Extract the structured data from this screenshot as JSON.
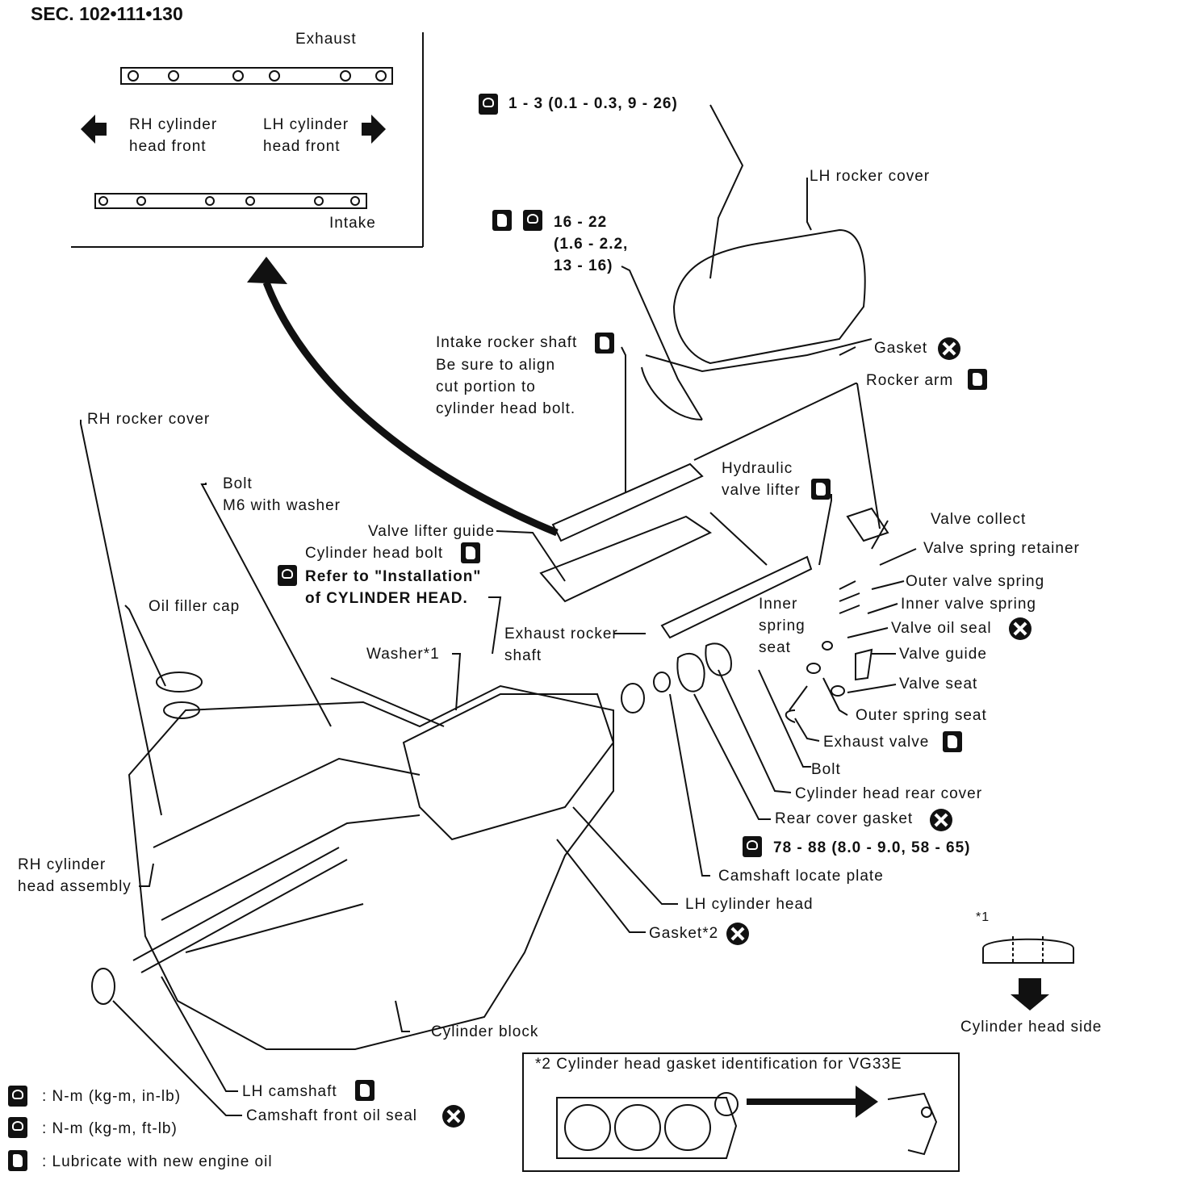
{
  "header": {
    "section": "SEC. 102•111•130"
  },
  "inset": {
    "exhaust": "Exhaust",
    "intake": "Intake",
    "rh_front_1": "RH cylinder",
    "rh_front_2": "head front",
    "lh_front_1": "LH cylinder",
    "lh_front_2": "head front"
  },
  "labels": {
    "torque_top": "1 - 3 (0.1 - 0.3, 9 - 26)",
    "lh_rocker_cover": "LH rocker cover",
    "torque_16_1": "16 - 22",
    "torque_16_2": "(1.6 - 2.2,",
    "torque_16_3": "13 - 16)",
    "intake_shaft_1": "Intake rocker shaft",
    "intake_shaft_2": "Be sure to align",
    "intake_shaft_3": "cut portion to",
    "intake_shaft_4": "cylinder head bolt.",
    "gasket": "Gasket",
    "rocker_arm": "Rocker arm",
    "rh_rocker_cover": "RH rocker cover",
    "bolt": "Bolt",
    "bolt_m6": "M6 with washer",
    "hydraulic_1": "Hydraulic",
    "hydraulic_2": "valve lifter",
    "valve_lifter_guide": "Valve lifter guide",
    "cyl_head_bolt": "Cylinder head bolt",
    "refer_1": "Refer to \"Installation\"",
    "refer_2": "of CYLINDER HEAD.",
    "valve_collect": "Valve collect",
    "valve_spring_retainer": "Valve spring retainer",
    "outer_valve_spring": "Outer valve spring",
    "inner_valve_spring": "Inner valve spring",
    "inner_spring_1": "Inner",
    "inner_spring_2": "spring",
    "inner_spring_3": "seat",
    "valve_oil_seal": "Valve oil seal",
    "valve_guide": "Valve guide",
    "valve_seat": "Valve seat",
    "outer_spring_seat": "Outer spring seat",
    "oil_filler_cap": "Oil filler cap",
    "exhaust_shaft_1": "Exhaust rocker",
    "exhaust_shaft_2": "shaft",
    "washer": "Washer*1",
    "exhaust_valve": "Exhaust valve",
    "bolt2": "Bolt",
    "rear_cover": "Cylinder head rear cover",
    "rear_cover_gasket": "Rear cover gasket",
    "torque_78": "78 - 88 (8.0 - 9.0, 58 - 65)",
    "camshaft_locate": "Camshaft locate plate",
    "rh_head_1": "RH cylinder",
    "rh_head_2": "head assembly",
    "lh_cyl_head": "LH cylinder head",
    "gasket2": "Gasket*2",
    "star1": "*1",
    "cyl_head_side": "Cylinder head side",
    "cyl_block": "Cylinder block",
    "lh_camshaft": "LH camshaft",
    "cam_oil_seal": "Camshaft front oil seal",
    "gasket_id": "*2 Cylinder head gasket identification for VG33E"
  },
  "legend": [
    {
      "icon": "torque-nm-in-lb-icon",
      "text": ": N-m (kg-m, in-lb)"
    },
    {
      "icon": "torque-nm-ft-lb-icon",
      "text": ": N-m (kg-m, ft-lb)"
    },
    {
      "icon": "lubricate-oil-icon",
      "text": ": Lubricate with new engine oil"
    }
  ]
}
